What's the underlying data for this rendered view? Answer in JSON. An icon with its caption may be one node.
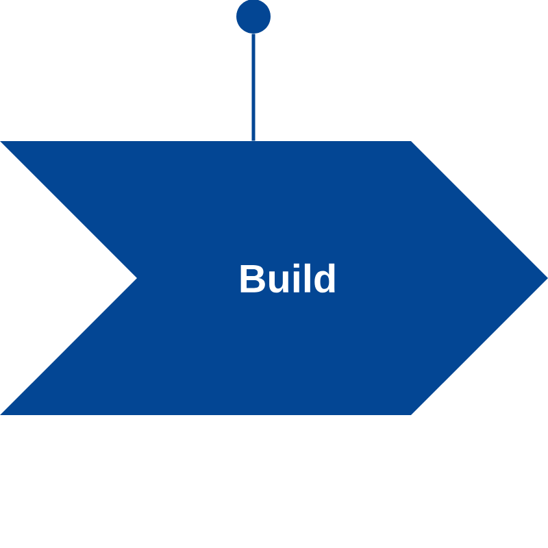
{
  "diagram": {
    "nodes": [
      {
        "text": [],
        "shape": "circle"
      },
      {
        "text": [
          "Build"
        ]
      }
    ],
    "edges": [
      {
        "from": 0,
        "to": 1,
        "arrow": "none"
      }
    ]
  }
}
